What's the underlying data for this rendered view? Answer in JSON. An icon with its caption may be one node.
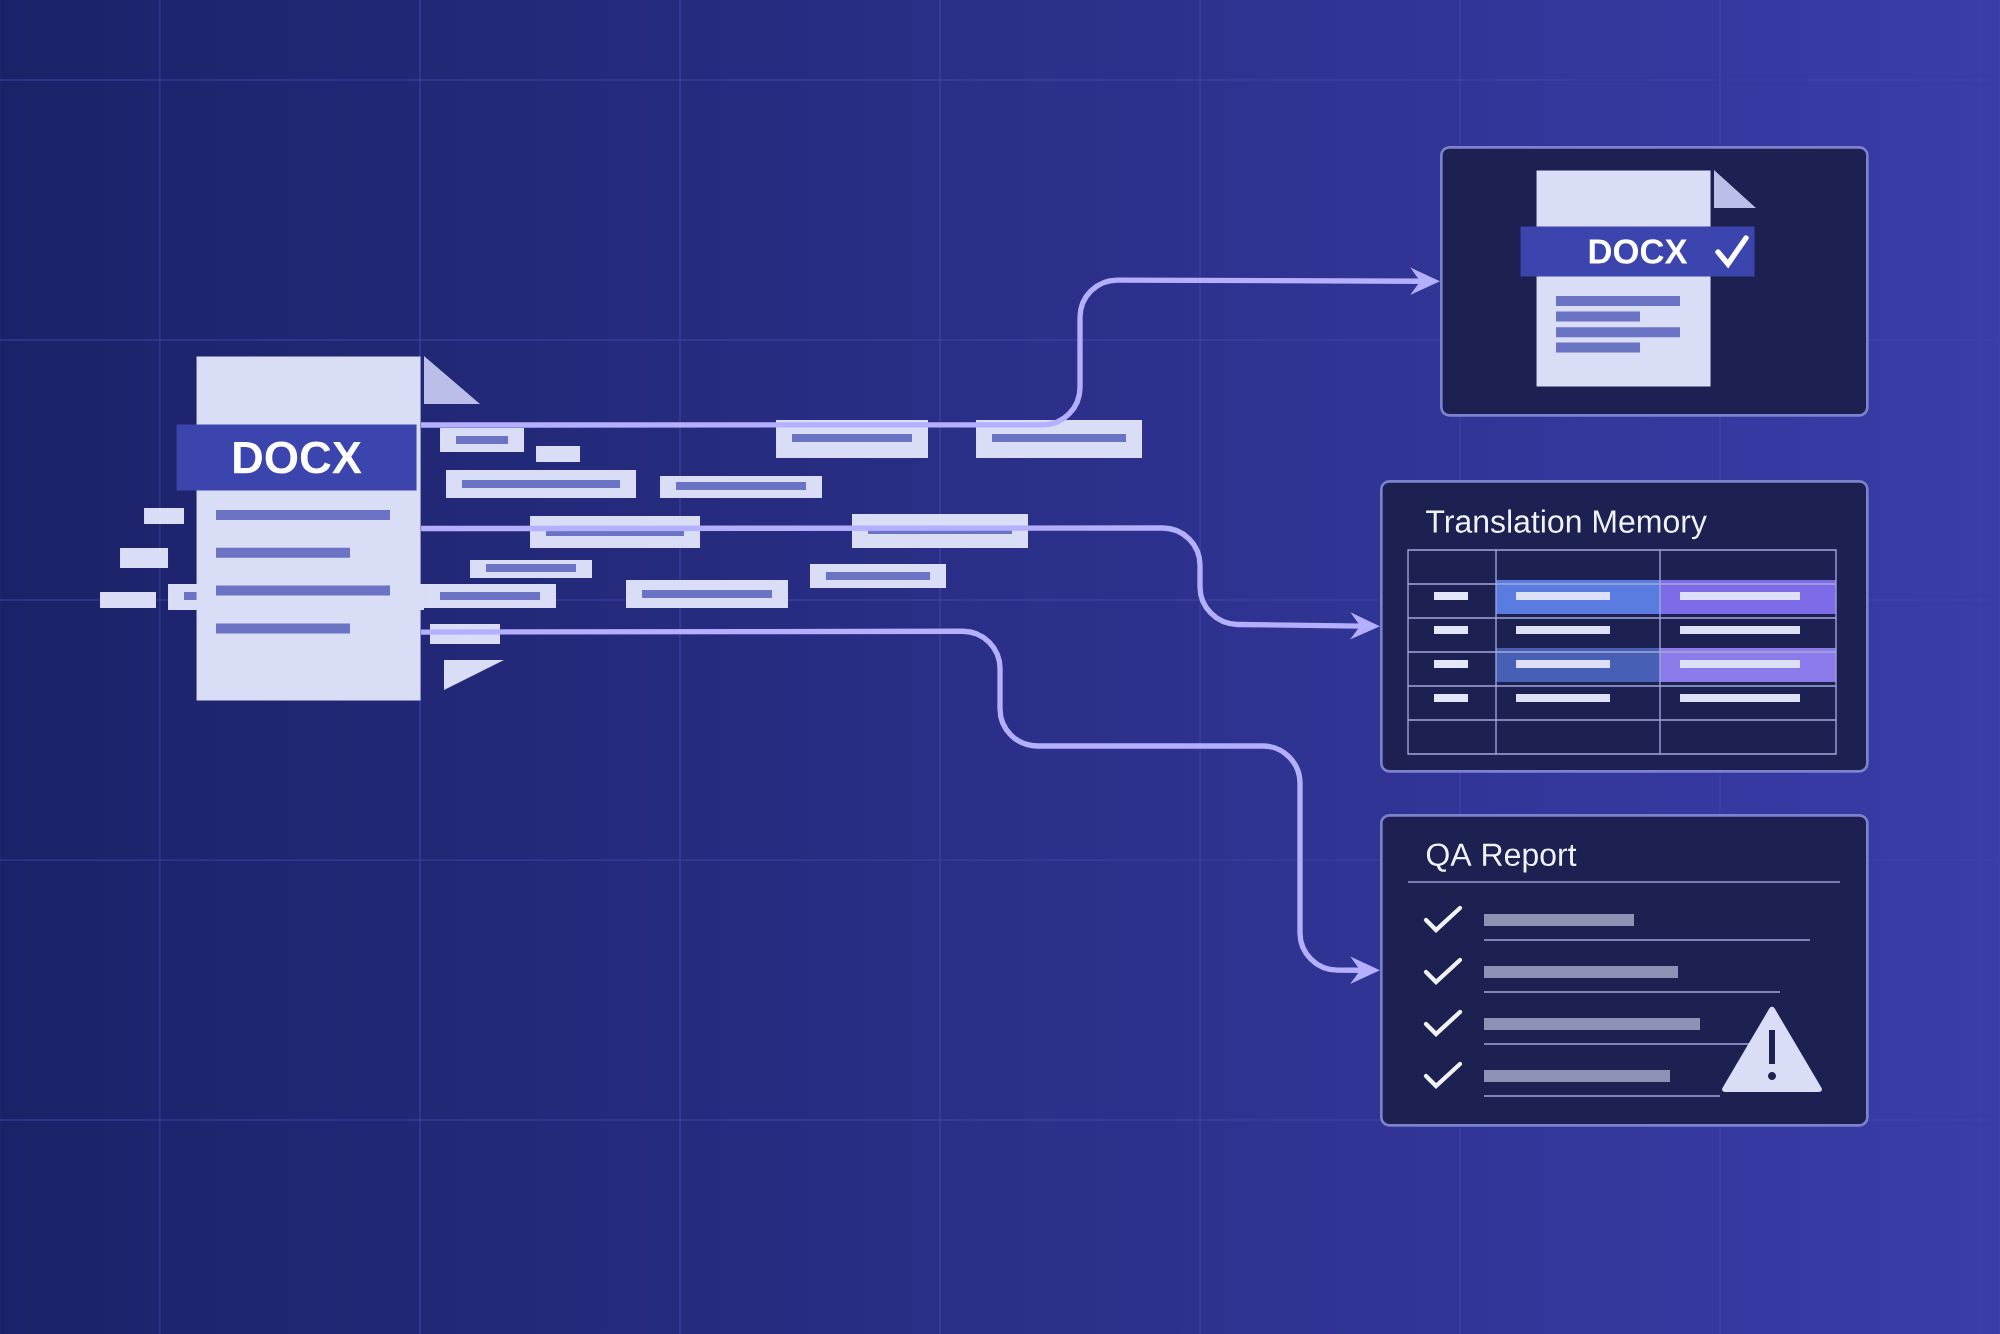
{
  "diagram": {
    "nodes": [
      {
        "text": [
          "DOCX"
        ]
      },
      {
        "text": [],
        "shape": "box"
      },
      {
        "text": [
          "DOCX"
        ],
        "in": 1
      },
      {
        "text": [
          "Translation Memory"
        ]
      },
      {
        "text": [
          "QA Report"
        ]
      }
    ],
    "edges": [
      {
        "from": 0,
        "to": 1,
        "arrow": "to"
      },
      {
        "from": 0,
        "to": 3,
        "arrow": "to"
      },
      {
        "from": 0,
        "to": 4,
        "arrow": "to"
      }
    ]
  }
}
